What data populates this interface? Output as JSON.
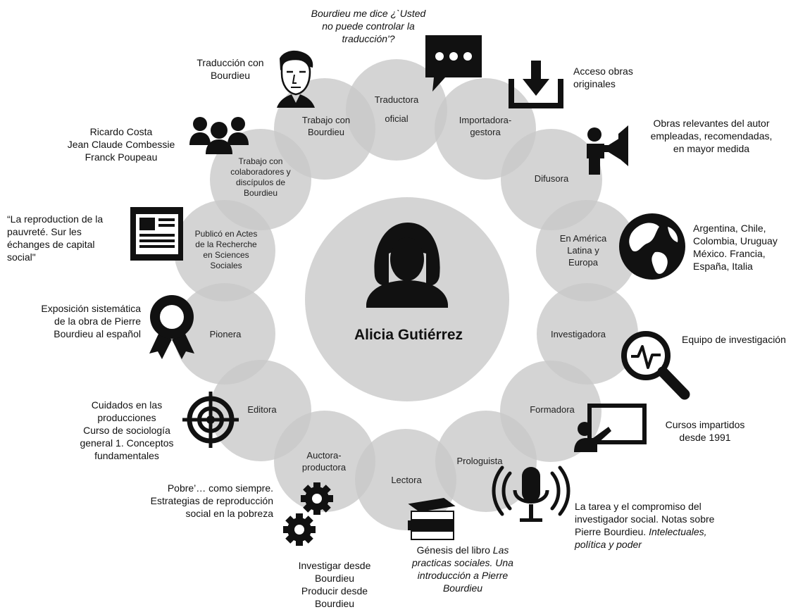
{
  "center": {
    "name": "Alicia Gutiérrez",
    "icon": "woman-avatar-icon"
  },
  "roles": [
    {
      "key": "traductora",
      "lines": [
        "Traductora",
        "oficial"
      ]
    },
    {
      "key": "importadora",
      "lines": [
        "Importadora-",
        "gestora"
      ]
    },
    {
      "key": "difusora",
      "lines": [
        "Difusora"
      ]
    },
    {
      "key": "america",
      "lines": [
        "En América",
        "Latina y",
        "Europa"
      ]
    },
    {
      "key": "investigadora",
      "lines": [
        "Investigadora"
      ]
    },
    {
      "key": "formadora",
      "lines": [
        "Formadora"
      ]
    },
    {
      "key": "prologuista",
      "lines": [
        "Prologuista"
      ]
    },
    {
      "key": "lectora",
      "lines": [
        "Lectora"
      ]
    },
    {
      "key": "auctora",
      "lines": [
        "Auctora-",
        "productora"
      ]
    },
    {
      "key": "editora",
      "lines": [
        "Editora"
      ]
    },
    {
      "key": "pionera",
      "lines": [
        "Pionera"
      ]
    },
    {
      "key": "publico",
      "lines": [
        "Publicó en Actes",
        "de la Recherche",
        "en Sciences",
        "Sociales"
      ]
    },
    {
      "key": "colaboradores",
      "lines": [
        "Trabajo con",
        "colaboradores y",
        "discípulos de",
        "Bourdieu"
      ]
    },
    {
      "key": "trabajo",
      "lines": [
        "Trabajo con",
        "Bourdieu"
      ]
    }
  ],
  "annotations": {
    "quote": [
      "Bourdieu me dice ¿`Usted",
      "no puede controlar la",
      "traducción'?"
    ],
    "traduccion": [
      "Traducción con",
      "Bourdieu"
    ],
    "acceso": [
      "Acceso obras",
      "originales"
    ],
    "obras": [
      "Obras relevantes del autor",
      "empleadas, recomendadas,",
      "en mayor medida"
    ],
    "colaboradores": [
      "Ricardo Costa",
      "Jean Claude Combessie",
      "Franck Poupeau"
    ],
    "reproduction": [
      "“La reproduction de la",
      "pauvreté. Sur les",
      "échanges de capital",
      "social\""
    ],
    "paises": [
      "Argentina, Chile,",
      "Colombia, Uruguay",
      "México. Francia,",
      "España, Italia"
    ],
    "exposicion": [
      "Exposición sistemática",
      "de la obra de Pierre",
      "Bourdieu al español"
    ],
    "equipo": [
      "Equipo de investigación"
    ],
    "cuidados": [
      "Cuidados en las",
      "producciones",
      "Curso de sociología",
      "general 1. Conceptos",
      "fundamentales"
    ],
    "cursos": [
      "Cursos impartidos",
      "desde 1991"
    ],
    "pobre": [
      "Pobre’… como siempre.",
      "Estrategias de reproducción",
      "social en la pobreza"
    ],
    "tarea": [
      "La tarea y el compromiso del",
      "investigador social. Notas sobre",
      "Pierre Bourdieu."
    ],
    "tarea_italic": [
      "Intelectuales,",
      "política y poder"
    ],
    "investigar": [
      "Investigar desde",
      "Bourdieu",
      "Producir desde",
      "Bourdieu"
    ],
    "genesis_plain": "Génesis del libro ",
    "genesis_italic_1": "Las",
    "genesis_italic": [
      "practicas sociales. Una",
      "introducción a Pierre",
      "Bourdieu"
    ]
  },
  "icons": [
    "chat-bubble-icon",
    "download-icon",
    "megaphone-person-icon",
    "globe-icon",
    "magnifier-pulse-icon",
    "teacher-board-icon",
    "microphone-icon",
    "books-icon",
    "gears-icon",
    "target-icon",
    "award-ribbon-icon",
    "newspaper-icon",
    "group-people-icon",
    "bourdieu-portrait-icon"
  ],
  "colors": {
    "circle": "#c9c9c9",
    "center": "#d4d4d4",
    "icon": "#111111"
  }
}
